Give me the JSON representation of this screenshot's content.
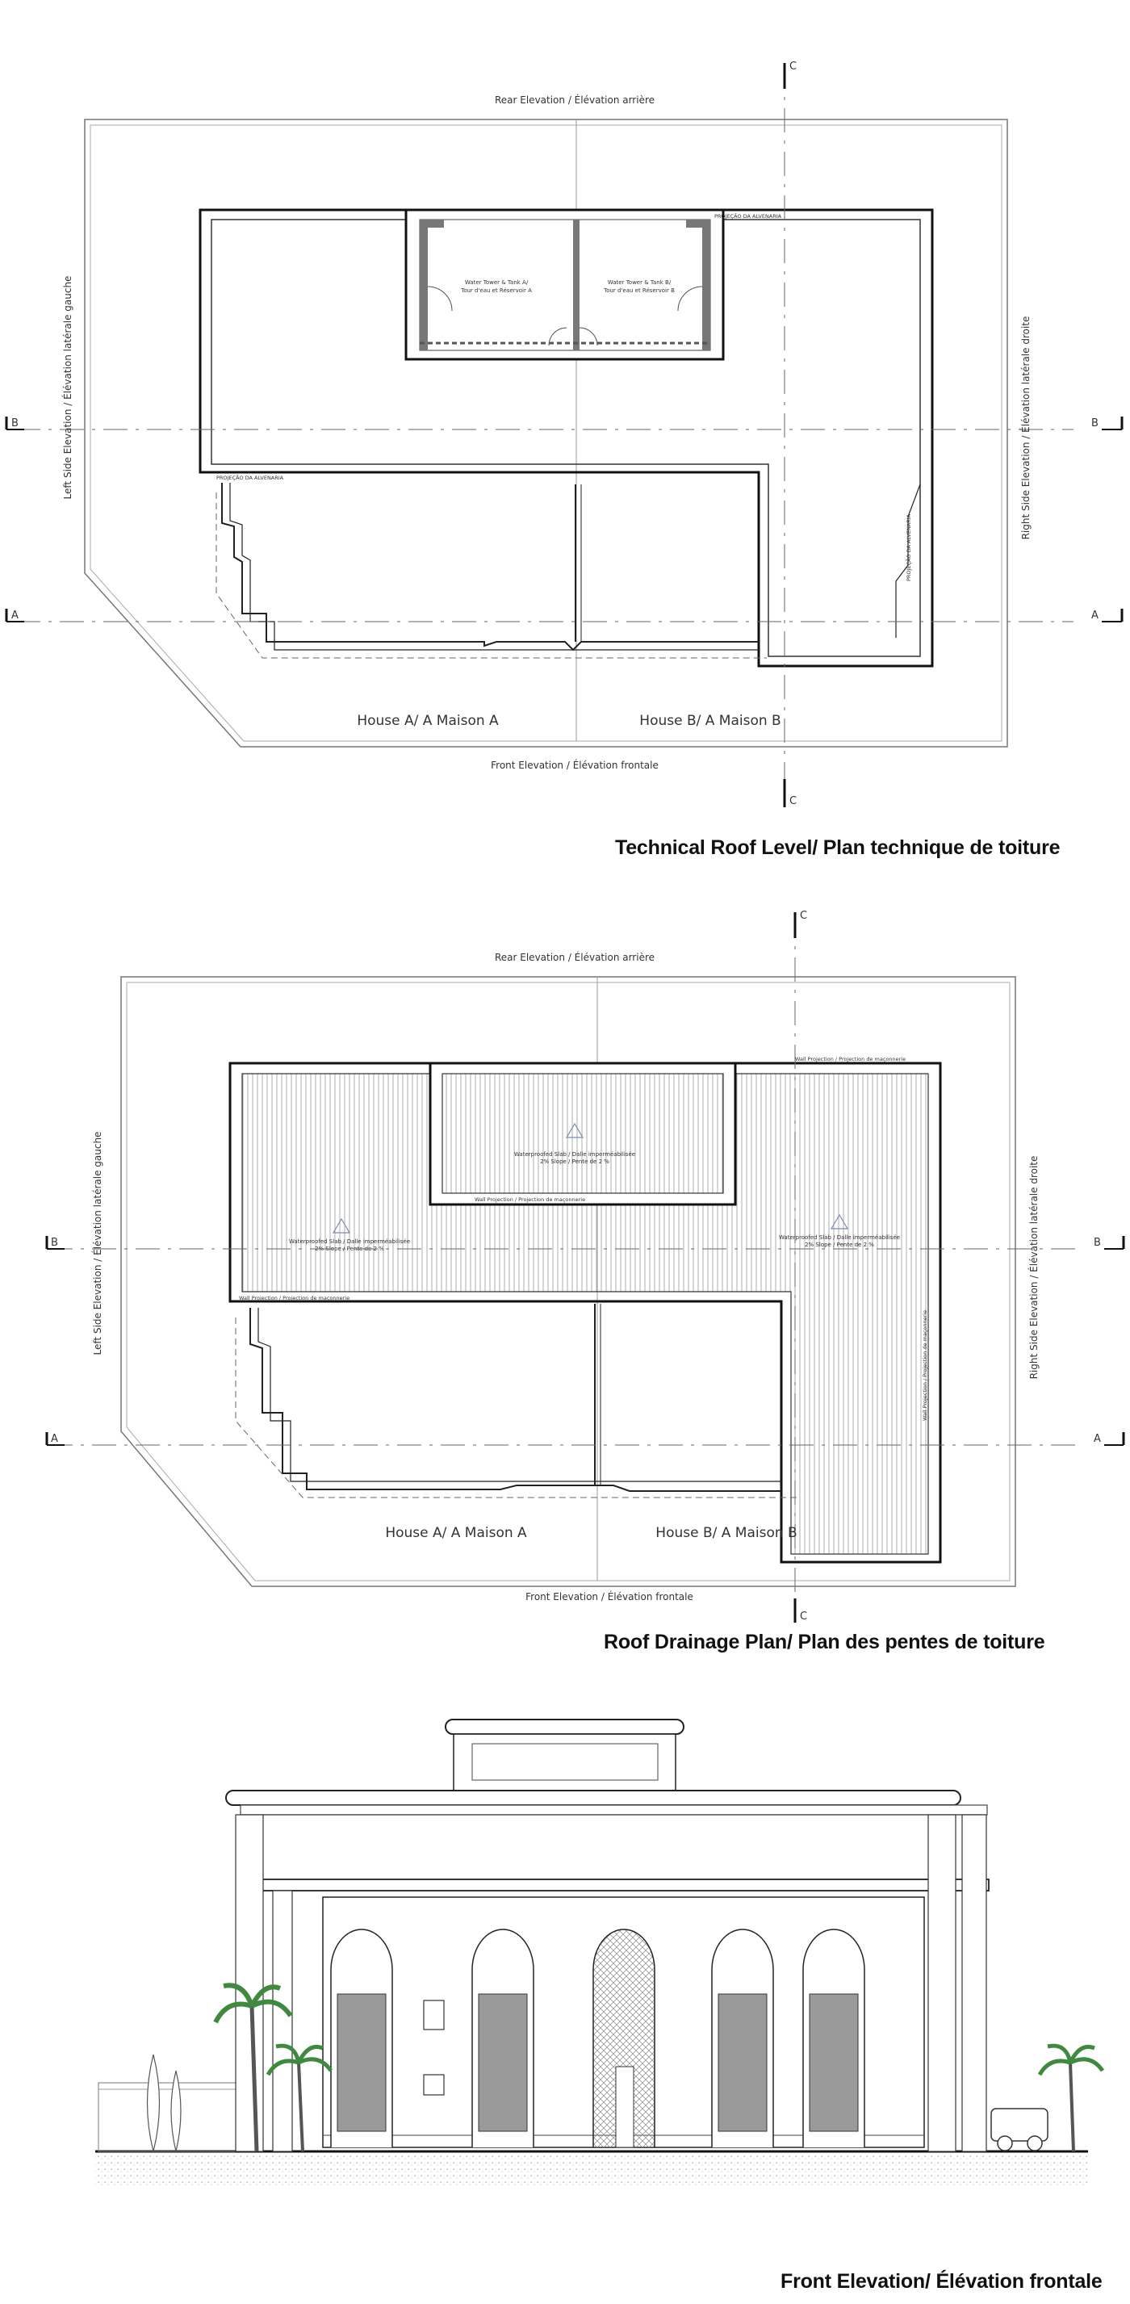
{
  "plan1": {
    "title": "Technical Roof Level/ Plan technique de toiture",
    "rear": "Rear Elevation / Élévation arrière",
    "front": "Front Elevation / Élévation frontale",
    "left": "Left Side Elevation / Élévation latérale gauche",
    "right": "Right Side Elevation / Élévation latérale droite",
    "house_a": "House A/ A Maison A",
    "house_b": "House B/ A Maison B",
    "tank_a": [
      "Water Tower & Tank A/",
      "Tour d'eau et Réservoir A"
    ],
    "tank_b": [
      "Water Tower & Tank B/",
      "Tour d'eau et Réservoir B"
    ],
    "proj": "PROJEÇÃO DA ALVENARIA"
  },
  "plan2": {
    "title": "Roof Drainage Plan/ Plan des pentes de toiture",
    "rear": "Rear Elevation / Élévation arrière",
    "front": "Front Elevation / Élévation frontale",
    "left": "Left Side Elevation / Élévation latérale gauche",
    "right": "Right Side Elevation / Élévation latérale droite",
    "house_a": "House A/ A Maison A",
    "house_b": "House B/ A Maison B",
    "slab": [
      "Waterproofed Slab / Dalle imperméabilisée",
      "2% Slope / Pente de 2 %"
    ],
    "wall": "Wall Projection / Projection de maçonnerie"
  },
  "section_markers": {
    "a": "A",
    "b": "B",
    "c": "C"
  },
  "elevation": {
    "title": "Front Elevation/ Élévation frontale"
  }
}
